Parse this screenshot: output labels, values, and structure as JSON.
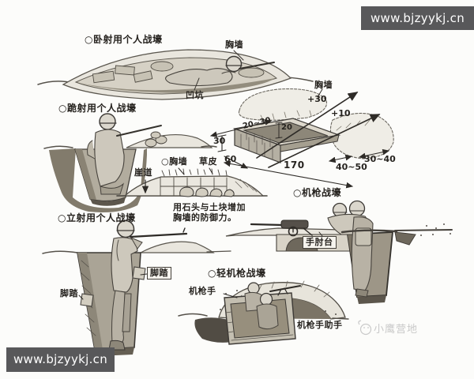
{
  "watermarks": {
    "site_top": "www.bjzyykj.cn",
    "site_bottom": "www.bjzyykj.cn",
    "brand": "小鹰营地"
  },
  "colors": {
    "watermark_bg": "#58585a",
    "watermark_text": "#ffffff",
    "brand_text": "#c9c9c9",
    "ink": "#2e2b27",
    "paper": "#fcfcfa"
  },
  "diagrams": {
    "prone_trench": {
      "title": "○卧射用个人战壕",
      "parapet_label": "胸墙",
      "pit_label": "凹坑"
    },
    "kneeling_trench": {
      "title": "○跪射用个人战壕"
    },
    "dimension_diagram": {
      "parapet_label": "胸墙",
      "front_height": "+30",
      "side_height": "+10",
      "berm_width": "20~30",
      "notch_depth": "20",
      "left_height": "30",
      "base_left": "60",
      "length": "170",
      "width_front": "40~50",
      "width_side": "30~40"
    },
    "parapet_detail": {
      "parapet_label": "○胸墙",
      "turf_label": "草皮",
      "cliff_path_label": "崖道",
      "caption_line1": "用石头与土块增加",
      "caption_line2": "胸墙的防御力。"
    },
    "mg_trench": {
      "title": "○机枪战壕",
      "elbow_rest_label": "手肘台"
    },
    "standing_trench": {
      "title": "○立射用个人战壕",
      "footstep_right_label": "脚踏",
      "footstep_left_label": "脚踏"
    },
    "lmg_trench": {
      "title": "○轻机枪战壕",
      "gunner_label": "机枪手",
      "assistant_label": "机枪手助手"
    }
  }
}
